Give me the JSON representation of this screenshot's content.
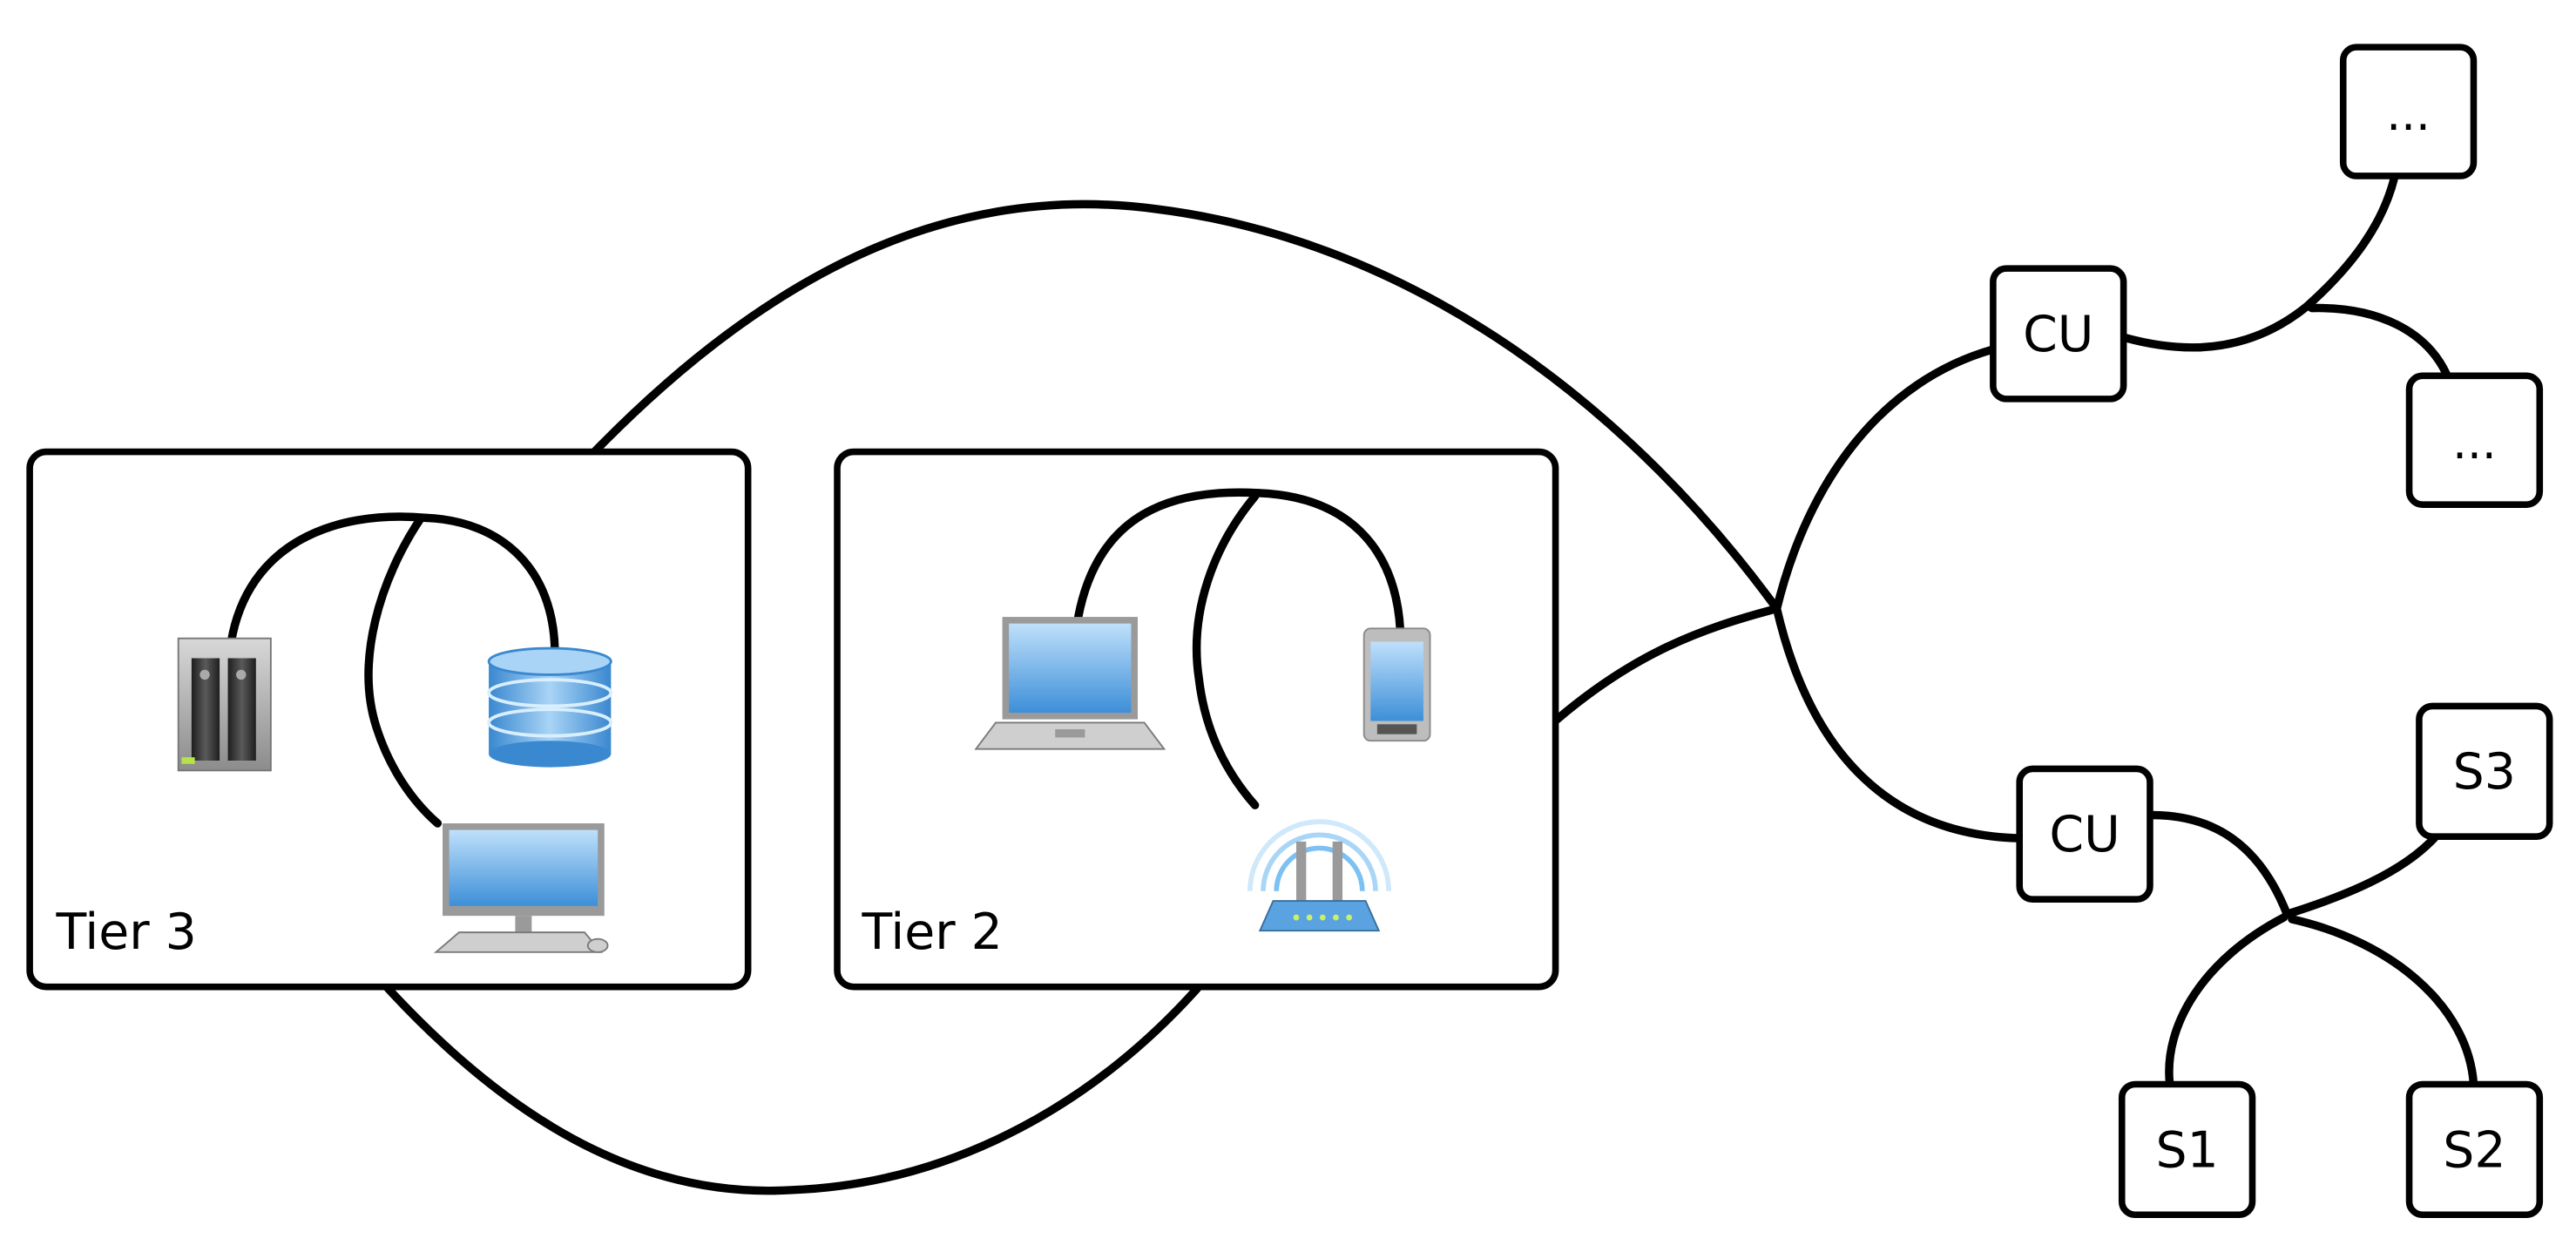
{
  "tiers": [
    {
      "id": "tier3",
      "label": "Tier 3",
      "devices": [
        "nas-server-icon",
        "database-icon",
        "desktop-computer-icon"
      ]
    },
    {
      "id": "tier2",
      "label": "Tier 2",
      "devices": [
        "laptop-icon",
        "smartphone-icon",
        "wireless-router-icon"
      ]
    }
  ],
  "nodes": {
    "cu_top": "CU",
    "cu_bottom": "CU",
    "ellipsis_top": "...",
    "ellipsis_mid": "...",
    "s1": "S1",
    "s2": "S2",
    "s3": "S3"
  },
  "colors": {
    "line": "#000000",
    "device_blue": "#4a9fe0",
    "device_gray": "#8a8a8a"
  }
}
